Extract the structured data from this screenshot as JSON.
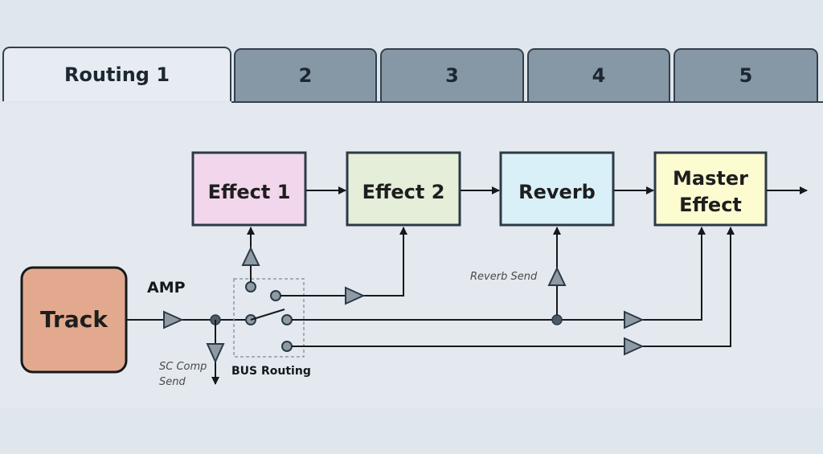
{
  "tabs": [
    {
      "label": "Routing 1",
      "active": true
    },
    {
      "label": "2",
      "active": false
    },
    {
      "label": "3",
      "active": false
    },
    {
      "label": "4",
      "active": false
    },
    {
      "label": "5",
      "active": false
    }
  ],
  "diagram": {
    "track": "Track",
    "amp": "AMP",
    "effect1": "Effect 1",
    "effect2": "Effect 2",
    "reverb": "Reverb",
    "master_line1": "Master",
    "master_line2": "Effect",
    "reverb_send": "Reverb Send",
    "sc_comp_line1": "SC Comp",
    "sc_comp_line2": "Send",
    "bus_routing": "BUS Routing"
  },
  "colors": {
    "track": "#e3a98e",
    "effect1": "#f2d6ec",
    "effect2": "#e4eed9",
    "reverb": "#d9f0f8",
    "master": "#fdfbd0",
    "tab_active": "#e6ecf1",
    "tab_inactive": "#8697a6",
    "stroke": "#2c3a47"
  }
}
